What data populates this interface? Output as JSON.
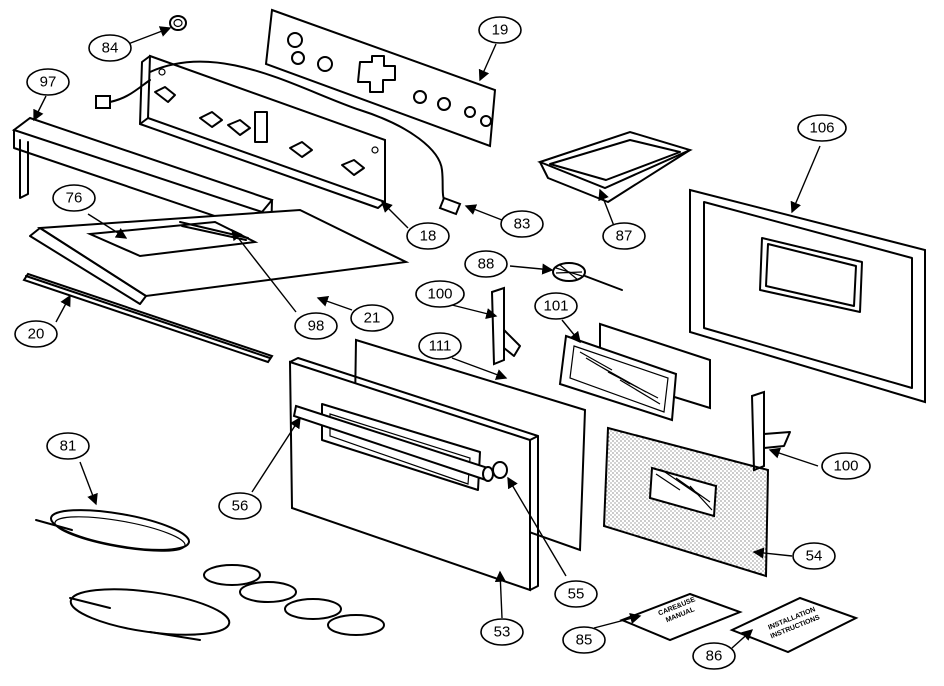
{
  "callouts": {
    "c84": "84",
    "c19": "19",
    "c97": "97",
    "c106": "106",
    "c83": "83",
    "c18": "18",
    "c87": "87",
    "c76": "76",
    "c88": "88",
    "c21": "21",
    "c98": "98",
    "c20": "20",
    "c100a": "100",
    "c101": "101",
    "c111": "111",
    "c100b": "100",
    "c81": "81",
    "c56": "56",
    "c54": "54",
    "c55": "55",
    "c85": "85",
    "c86": "86",
    "c53": "53"
  },
  "manuals": {
    "care_line1": "CARE&USE",
    "care_line2": "MANUAL",
    "install_line1": "INSTALLATION",
    "install_line2": "INSTRUCTIONS"
  }
}
